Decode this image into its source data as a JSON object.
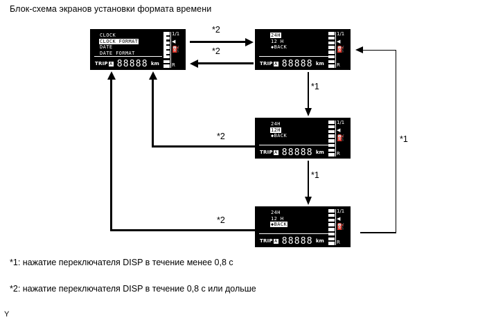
{
  "title": "Блок-схема экранов установки формата времени",
  "page_marker": "Y",
  "footnotes": {
    "note1": "*1: нажатие переключателя DISP в течение менее 0,8 с",
    "note2": "*2: нажатие переключателя DISP в течение 0,8 с или дольше"
  },
  "edge_labels": {
    "p1_to_p2": "*2",
    "p2_to_p1": "*2",
    "p2_to_p3": "*1",
    "p3_to_p4": "*1",
    "p4_to_p2_return": "*1",
    "p3_to_p1_return": "*2",
    "p4_to_p1_return": "*2"
  },
  "colors": {
    "lcd_background": "#000000",
    "lcd_foreground": "#ffffff",
    "page_background": "#ffffff",
    "line": "#000000"
  },
  "panels": [
    {
      "id": "panel-clock-menu",
      "menu": [
        {
          "text": "CLOCK",
          "selected": false
        },
        {
          "text": "CLOCK FORMAT",
          "selected": true
        },
        {
          "text": "DATE",
          "selected": false
        },
        {
          "text": "DATE FORMAT",
          "selected": false
        }
      ],
      "has_vbar": true,
      "trip": {
        "label": "TRIP",
        "icon": "A",
        "digits": "88888",
        "unit": "km"
      },
      "gauge": {
        "top_label": "1/1",
        "bottom_label": "R",
        "segments": 8,
        "triangle_icon": "◀",
        "pump_icon": "⛽"
      }
    },
    {
      "id": "panel-24h-selected",
      "menu": [
        {
          "text": "24H",
          "selected": true
        },
        {
          "text": "12 H",
          "selected": false
        },
        {
          "text": "◆BACK",
          "selected": false
        }
      ],
      "has_vbar": false,
      "trip": {
        "label": "TRIP",
        "icon": "A",
        "digits": "88888",
        "unit": "km"
      },
      "gauge": {
        "top_label": "1/1",
        "bottom_label": "R",
        "segments": 8,
        "triangle_icon": "◀",
        "pump_icon": "⛽"
      }
    },
    {
      "id": "panel-12h-selected",
      "menu": [
        {
          "text": "24H",
          "selected": false
        },
        {
          "text": "12H",
          "selected": true
        },
        {
          "text": "◆BACK",
          "selected": false
        }
      ],
      "has_vbar": false,
      "trip": {
        "label": "TRIP",
        "icon": "A",
        "digits": "88888",
        "unit": "km"
      },
      "gauge": {
        "top_label": "1/1",
        "bottom_label": "R",
        "segments": 8,
        "triangle_icon": "◀",
        "pump_icon": "⛽"
      }
    },
    {
      "id": "panel-back-selected",
      "menu": [
        {
          "text": "24H",
          "selected": false
        },
        {
          "text": "12 H",
          "selected": false
        },
        {
          "text": "◆BACK",
          "selected": true
        }
      ],
      "has_vbar": false,
      "trip": {
        "label": "TRIP",
        "icon": "A",
        "digits": "88888",
        "unit": "km"
      },
      "gauge": {
        "top_label": "1/1",
        "bottom_label": "R",
        "segments": 8,
        "triangle_icon": "◀",
        "pump_icon": "⛽"
      }
    }
  ]
}
